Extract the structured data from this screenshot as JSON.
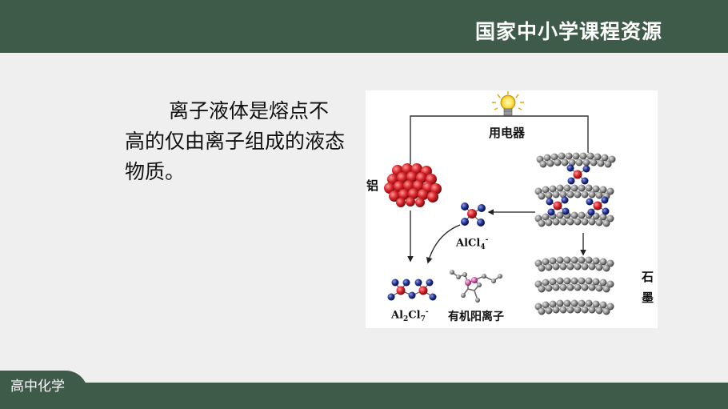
{
  "header": {
    "brand": "国家中小学课程资源"
  },
  "footer": {
    "subject": "高中化学"
  },
  "main": {
    "text": "离子液体是熔点不高的仅由离子组成的液态物质。"
  },
  "figure": {
    "label_appliance": "用电器",
    "label_aluminum": "铝",
    "label_graphite_1": "石",
    "label_graphite_2": "墨",
    "label_organic_cation": "有机阳离子",
    "alcl4": {
      "main": "AlCl",
      "sub": "4",
      "sup": "-"
    },
    "al2cl7": {
      "a": "Al",
      "sub1": "2",
      "b": "Cl",
      "sub2": "7",
      "sup": "-"
    }
  },
  "colors": {
    "bar": "#3e5a48",
    "background": "#efefef",
    "aluminum": "#d8232a",
    "chlorine": "#1c2d8c",
    "graphite": "#8a8a8a"
  }
}
